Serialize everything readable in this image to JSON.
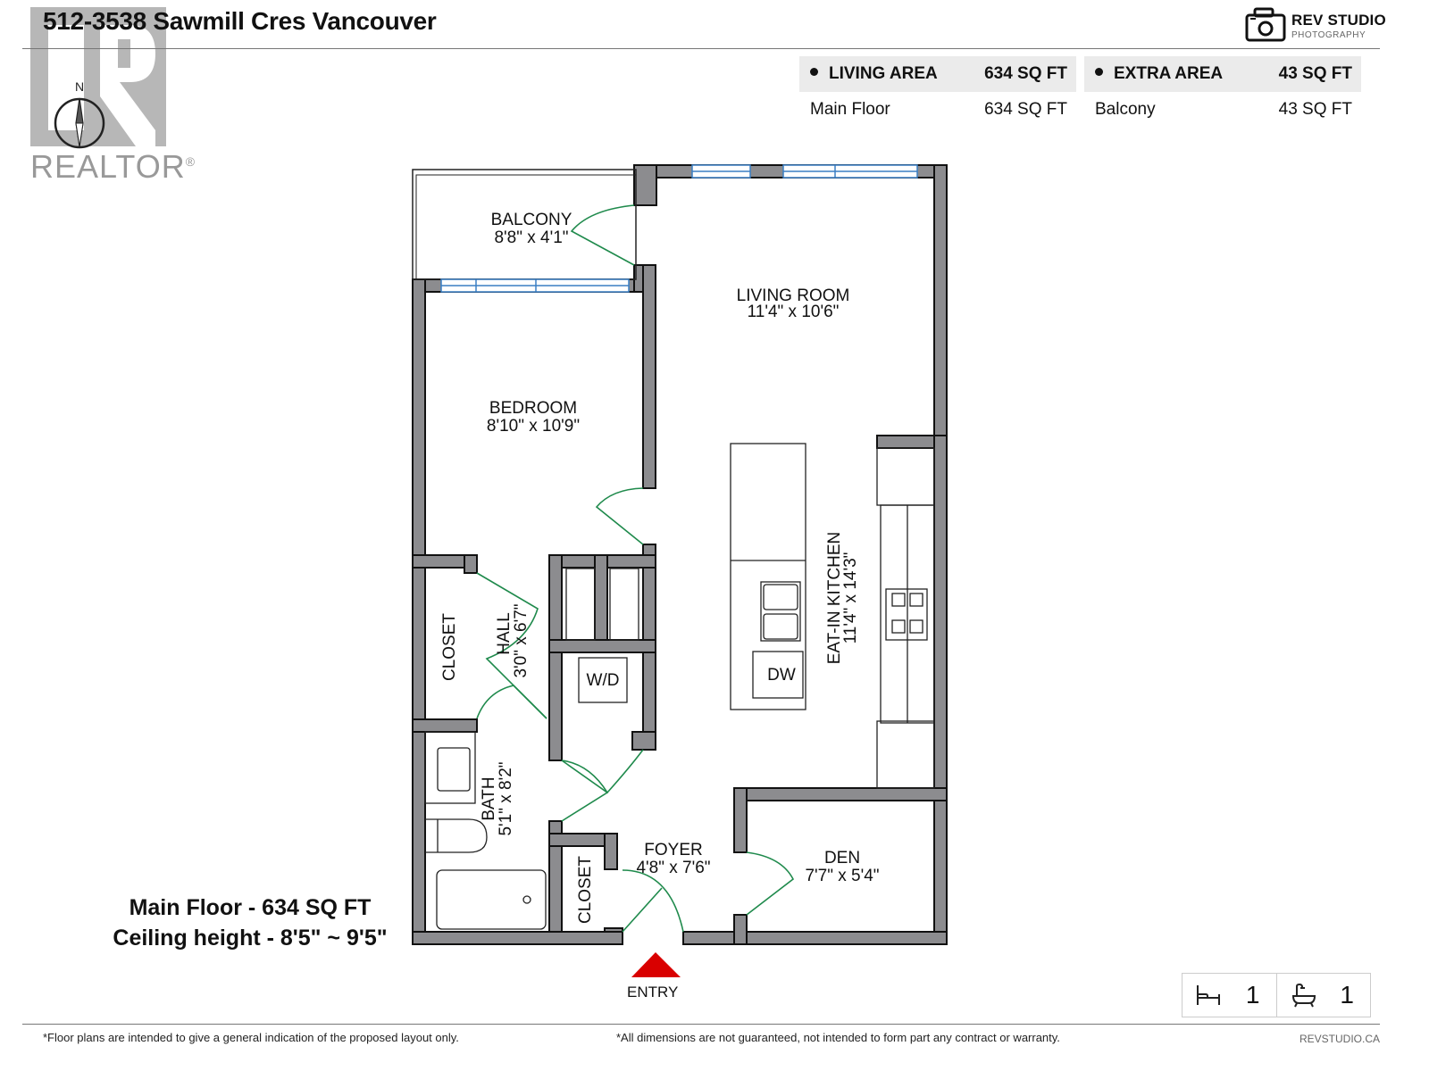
{
  "header": {
    "title": "512-3538 Sawmill Cres Vancouver",
    "realtor_logo_text": "REALTOR",
    "realtor_reg": "®",
    "compass_label": "N",
    "brand_name": "REV STUDIO",
    "brand_sub": "PHOTOGRAPHY"
  },
  "areas": [
    {
      "title": "LIVING AREA",
      "total": "634 SQ FT",
      "rows": [
        {
          "label": "Main Floor",
          "value": "634 SQ FT"
        }
      ]
    },
    {
      "title": "EXTRA AREA",
      "total": "43 SQ FT",
      "rows": [
        {
          "label": "Balcony",
          "value": "43 SQ FT"
        }
      ]
    }
  ],
  "rooms": {
    "balcony": {
      "name": "BALCONY",
      "dims": "8'8\" x 4'1\""
    },
    "living": {
      "name": "LIVING ROOM",
      "dims": "11'4\" x 10'6\""
    },
    "bedroom": {
      "name": "BEDROOM",
      "dims": "8'10\" x 10'9\""
    },
    "kitchen": {
      "name": "EAT-IN KITCHEN",
      "dims": "11'4\" x 14'3\""
    },
    "closet1": {
      "name": "CLOSET"
    },
    "hall": {
      "name": "HALL",
      "dims": "3'0\" x 6'7\""
    },
    "wd": {
      "name": "W/D"
    },
    "dw": {
      "name": "DW"
    },
    "bath": {
      "name": "BATH",
      "dims": "5'1\" x 8'2\""
    },
    "closet2": {
      "name": "CLOSET"
    },
    "foyer": {
      "name": "FOYER",
      "dims": "4'8\" x 7'6\""
    },
    "den": {
      "name": "DEN",
      "dims": "7'7\" x 5'4\""
    }
  },
  "entry_label": "ENTRY",
  "floor_summary": {
    "line1": "Main Floor - 634 SQ FT",
    "line2": "Ceiling height - 8'5\" ~ 9'5\""
  },
  "counts": {
    "bedrooms": "1",
    "bathrooms": "1",
    "bed_icon": "bed-icon",
    "bath_icon": "bathtub-icon"
  },
  "footer": {
    "disclaimer_left": "*Floor plans are intended to give a general indication of the proposed layout only.",
    "disclaimer_right": "*All dimensions are not guaranteed, not intended to form part any contract or warranty.",
    "site": "REVSTUDIO.CA"
  },
  "colors": {
    "wall": "#8c8c8f",
    "door": "#1f8a4c",
    "window": "#3a7fc4",
    "entry_arrow": "#d90000",
    "header_fill": "#ebebeb"
  }
}
